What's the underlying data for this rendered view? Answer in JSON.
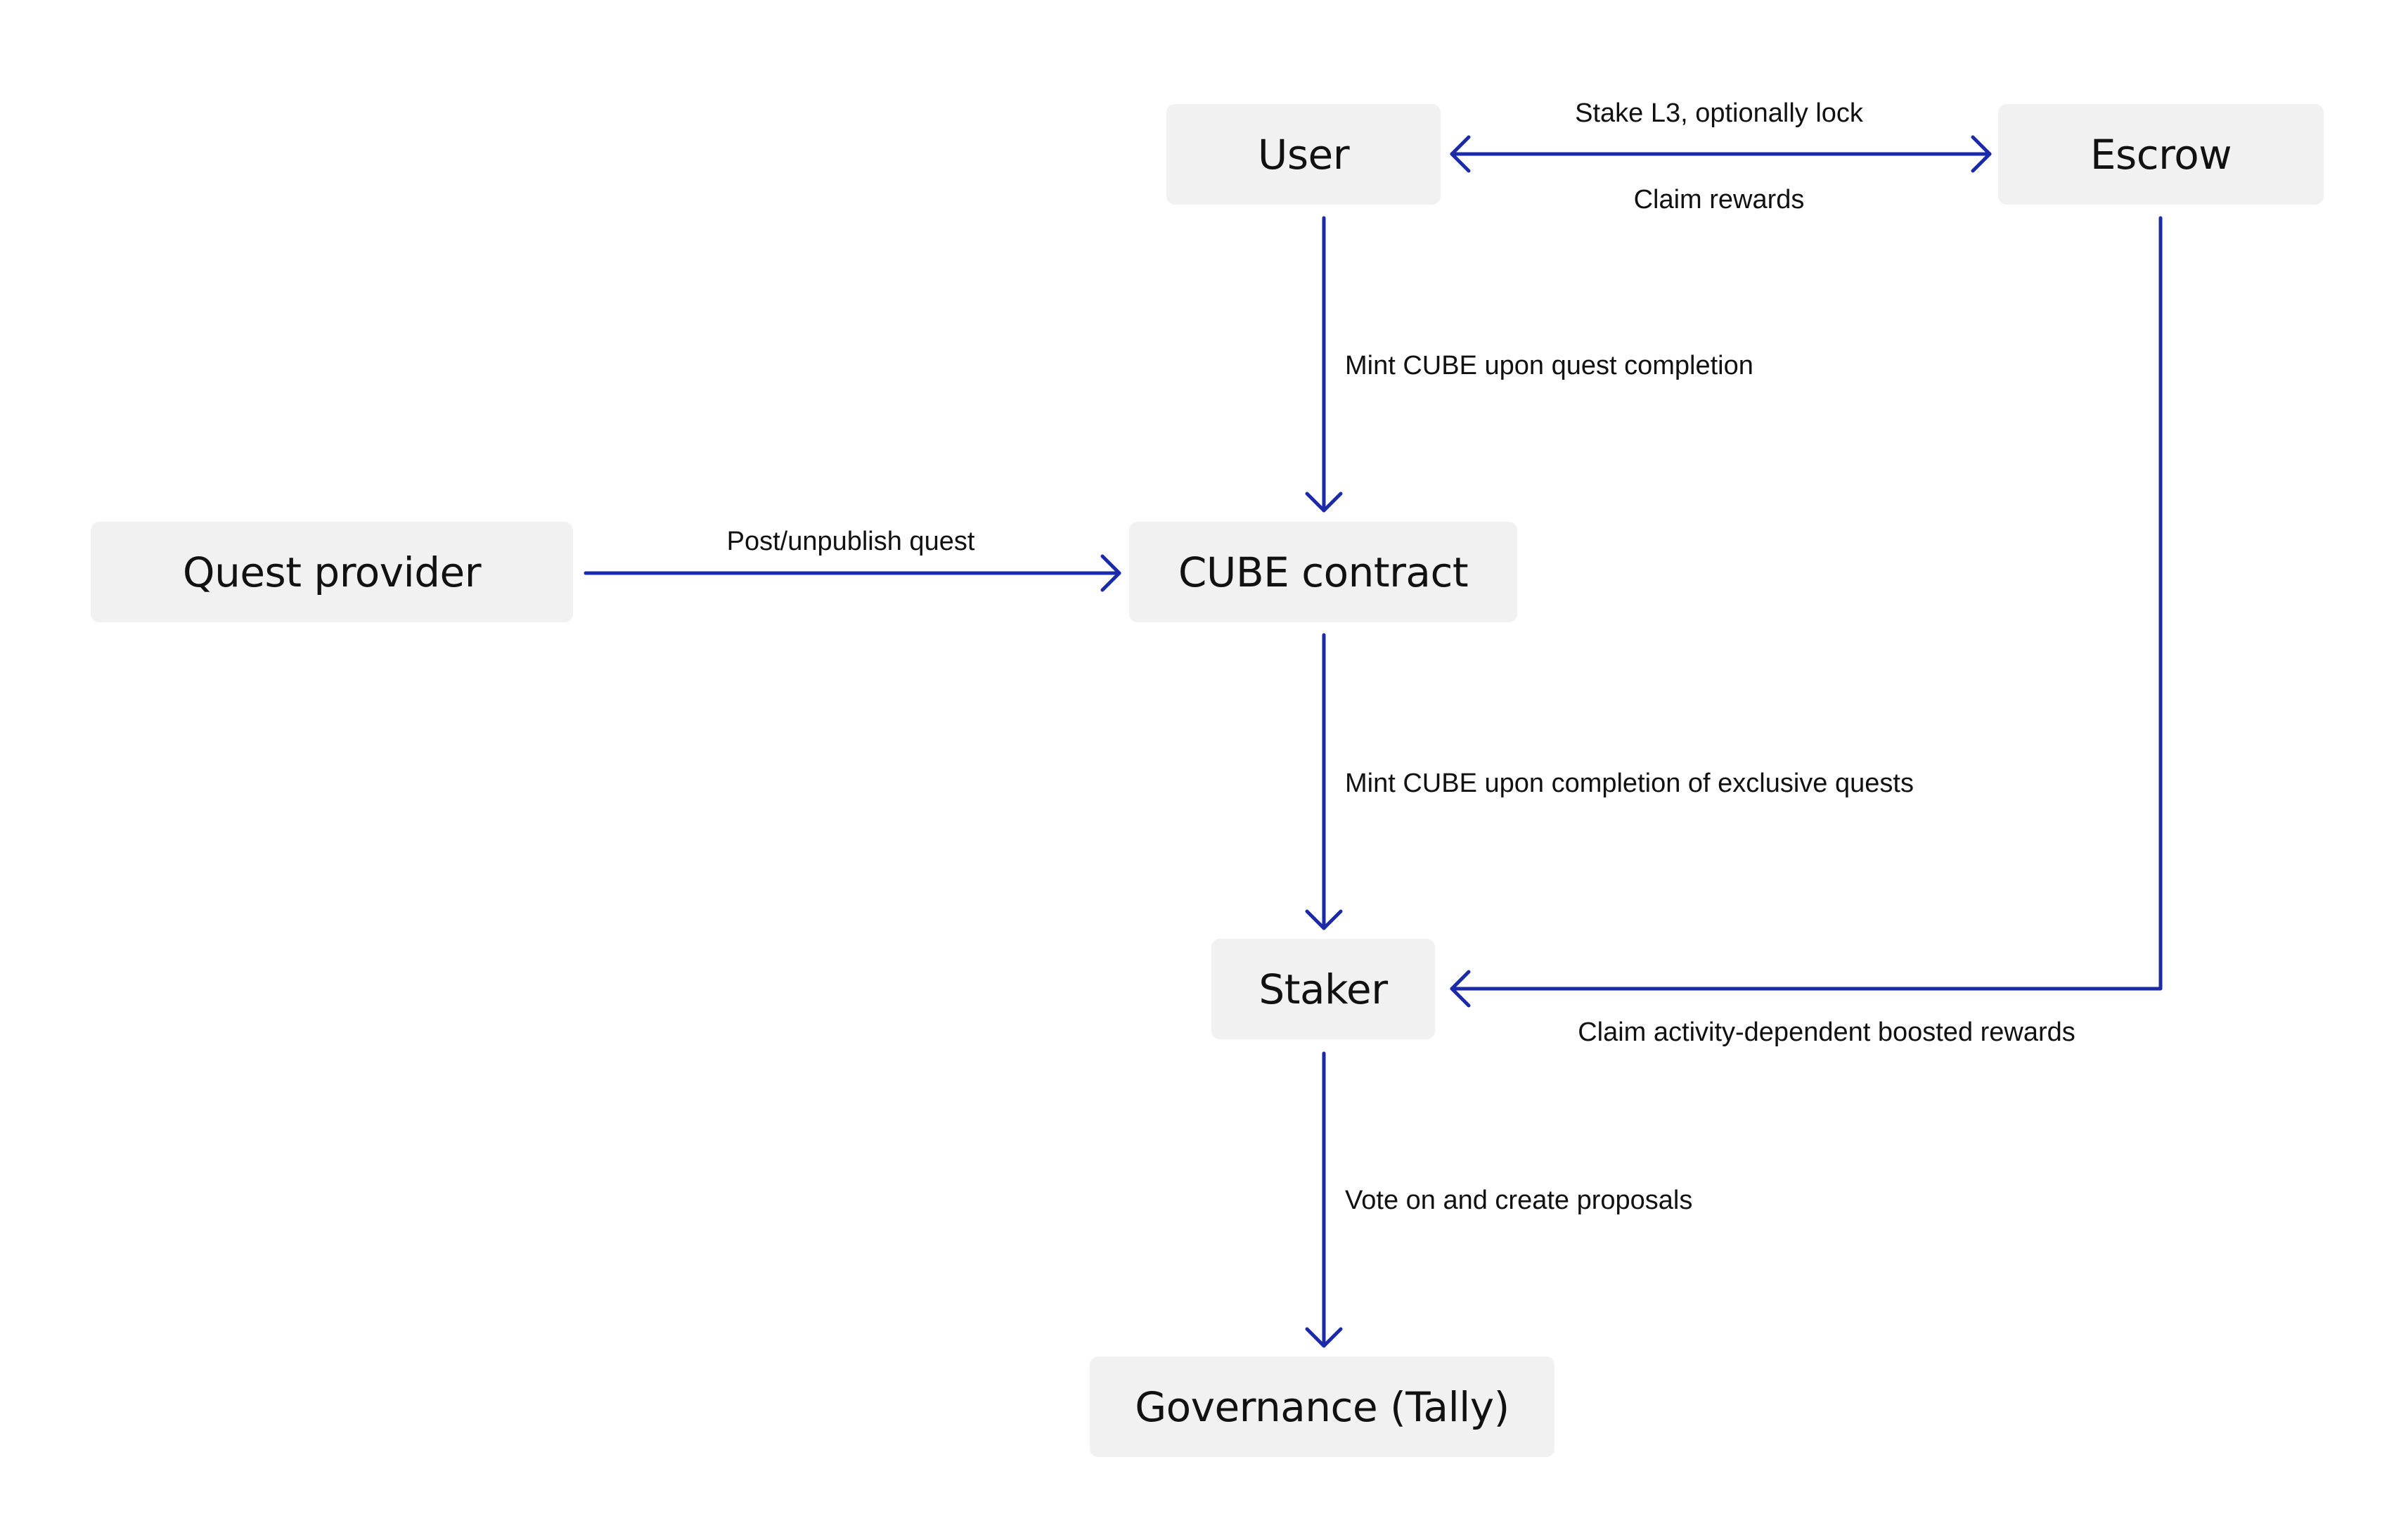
{
  "colors": {
    "arrow": "#1a2aa8",
    "node_fill": "#f1f1f1",
    "text": "#111111"
  },
  "nodes": {
    "user": "User",
    "escrow": "Escrow",
    "quest_provider": "Quest provider",
    "cube_contract": "CUBE contract",
    "staker": "Staker",
    "governance": "Governance (Tally)"
  },
  "edges": {
    "stake": "Stake L3, optionally lock",
    "claim_rewards": "Claim rewards",
    "mint_quest": "Mint CUBE upon quest completion",
    "post_quest": "Post/unpublish quest",
    "mint_exclusive": "Mint CUBE upon completion of exclusive quests",
    "claim_boosted": "Claim activity-dependent boosted rewards",
    "vote": "Vote on and create proposals"
  }
}
